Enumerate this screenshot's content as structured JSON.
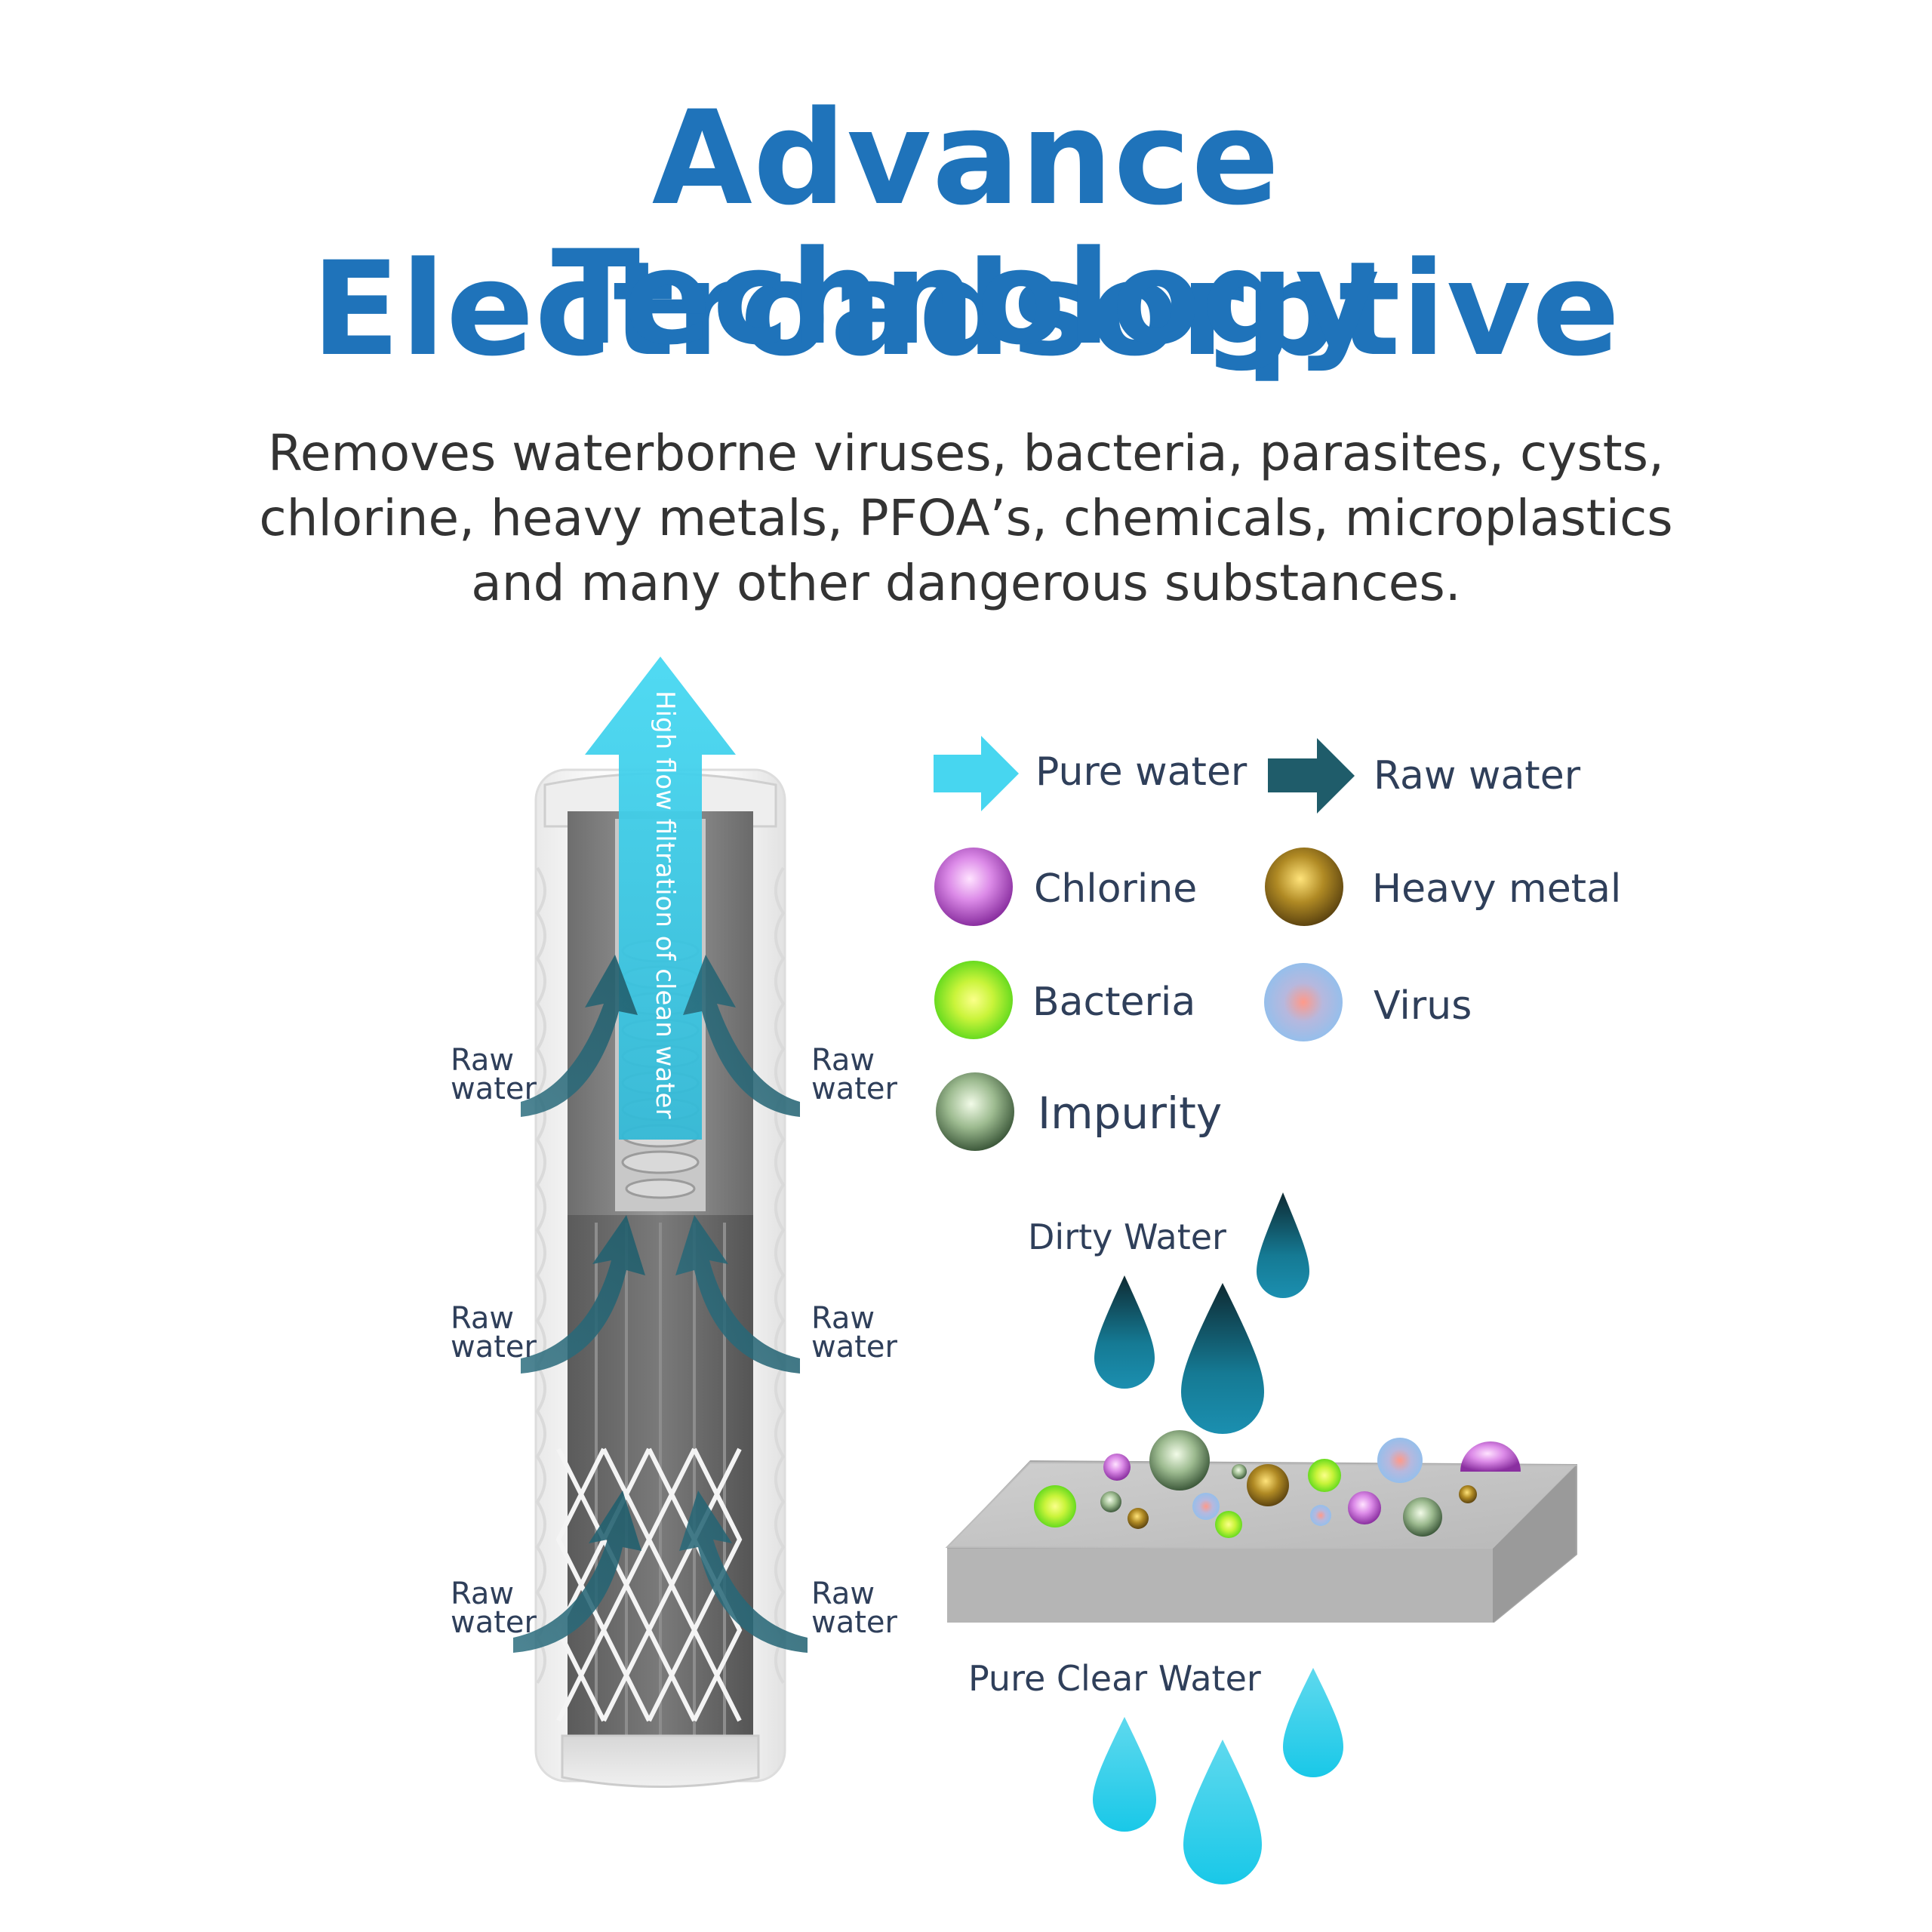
{
  "title": {
    "line1": "Advance Electroadsorptive",
    "line2": "Technology"
  },
  "subtitle": {
    "line1": "Removes waterborne viruses, bacteria, parasites, cysts,",
    "line2": "chlorine, heavy metals, PFOA’s, chemicals, microplastics",
    "line3": "and many other dangerous substances."
  },
  "filter": {
    "center_arrow_label": "High flow filtration of clean water",
    "side_label_line1": "Raw",
    "side_label_line2": "water"
  },
  "legend": {
    "pure_water": "Pure water",
    "raw_water": "Raw water",
    "chlorine": "Chlorine",
    "heavy_metal": "Heavy metal",
    "bacteria": "Bacteria",
    "virus": "Virus",
    "impurity": "Impurity"
  },
  "process": {
    "dirty_water": "Dirty Water",
    "pure_clear_water": "Pure Clear Water"
  },
  "colors": {
    "title_blue": "#1f73ba",
    "pure_water_cyan": "#3fd6ee",
    "raw_water_teal": "#1f5c6a",
    "chlorine": "#b45fc8",
    "heavy_metal": "#8a6a1a",
    "bacteria": "#8ee82a",
    "virus": "#8fa7e6",
    "impurity": "#6f8f68"
  }
}
